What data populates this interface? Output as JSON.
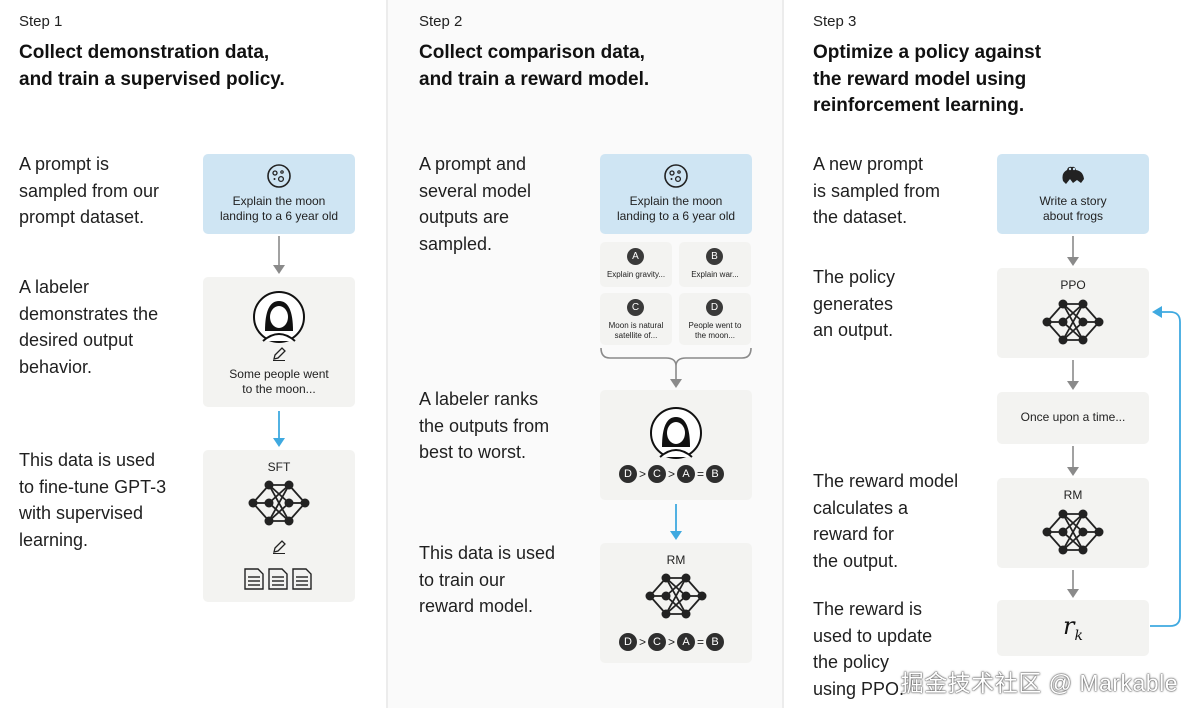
{
  "steps": [
    {
      "label": "Step 1",
      "title_lines": [
        "Collect demonstration data,",
        "and train a supervised policy."
      ],
      "descs": [
        {
          "lines": [
            "A prompt is",
            "sampled from our",
            "prompt dataset."
          ]
        },
        {
          "lines": [
            "A labeler",
            "demonstrates the",
            "desired output",
            "behavior."
          ]
        },
        {
          "lines": [
            "This data is used",
            "to fine-tune GPT-3",
            "with supervised",
            "learning."
          ]
        }
      ],
      "prompt_lines": [
        "Explain the moon",
        "landing to a 6 year old"
      ],
      "demo_lines": [
        "Some people went",
        "to the moon..."
      ],
      "model_label": "SFT"
    },
    {
      "label": "Step 2",
      "title_lines": [
        "Collect comparison data,",
        "and train a reward model."
      ],
      "descs": [
        {
          "lines": [
            "A prompt and",
            "several model",
            "outputs are",
            "sampled."
          ]
        },
        {
          "lines": [
            "A labeler ranks",
            "the outputs from",
            "best to worst."
          ]
        },
        {
          "lines": [
            "This data is used",
            "to train our",
            "reward model."
          ]
        }
      ],
      "prompt_lines": [
        "Explain the moon",
        "landing to a 6 year old"
      ],
      "outputs": [
        {
          "letter": "A",
          "lines": [
            "Explain gravity..."
          ]
        },
        {
          "letter": "B",
          "lines": [
            "Explain war..."
          ]
        },
        {
          "letter": "C",
          "lines": [
            "Moon is natural",
            "satellite of..."
          ]
        },
        {
          "letter": "D",
          "lines": [
            "People went to",
            "the moon..."
          ]
        }
      ],
      "ranking": [
        "D",
        ">",
        "C",
        ">",
        "A",
        "=",
        "B"
      ],
      "model_label": "RM"
    },
    {
      "label": "Step 3",
      "title_lines": [
        "Optimize a policy against",
        "the reward model using",
        "reinforcement learning."
      ],
      "descs": [
        {
          "lines": [
            "A new prompt",
            "is sampled from",
            "the dataset."
          ]
        },
        {
          "lines": [
            "The policy",
            "generates",
            "an output."
          ]
        },
        {
          "lines": [
            "The reward model",
            "calculates a",
            "reward for",
            "the output."
          ]
        },
        {
          "lines": [
            "The reward is",
            "used to update",
            "the policy",
            "using PPO."
          ]
        }
      ],
      "prompt_lines": [
        "Write a story",
        "about frogs"
      ],
      "policy_label": "PPO",
      "output_text": "Once upon a time...",
      "model_label": "RM",
      "reward_symbol": "r",
      "reward_sub": "k"
    }
  ],
  "watermark": "掘金技术社区 @ Markable",
  "colors": {
    "blue_box": "#cfe5f3",
    "gray_box": "#f3f3f1",
    "arrow_blue": "#3fa9e0",
    "arrow_gray": "#8a8a8a"
  }
}
